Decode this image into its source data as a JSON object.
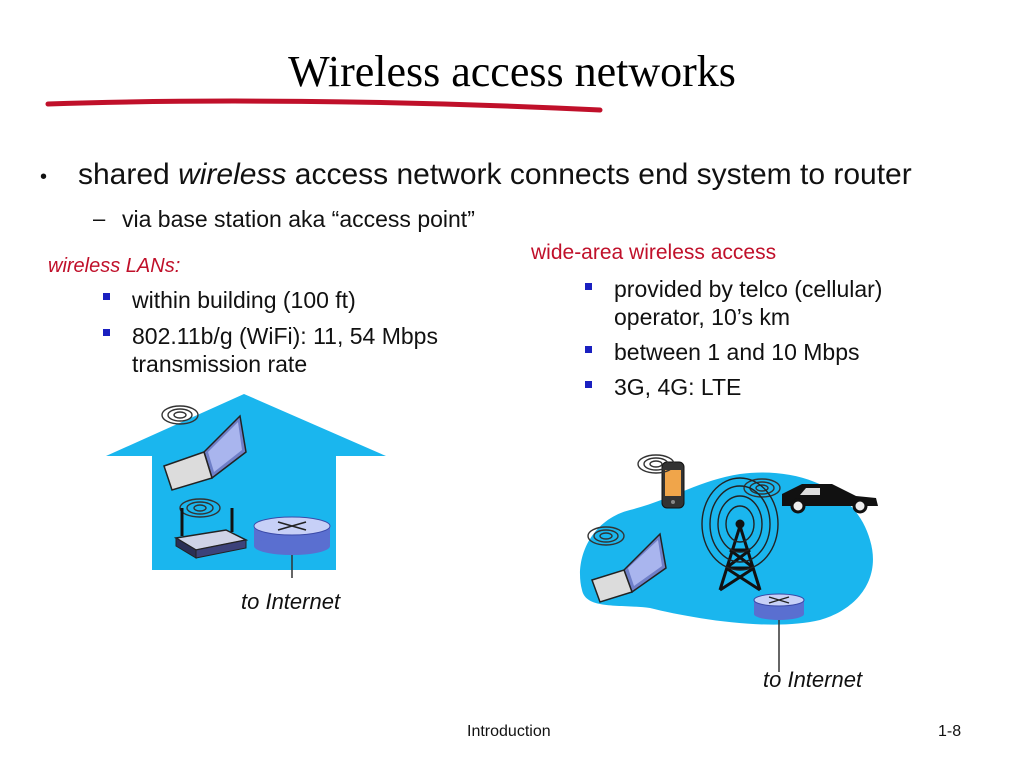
{
  "slide": {
    "title": "Wireless access networks",
    "footer_left": "Introduction",
    "footer_right": "1-8"
  },
  "bullets": {
    "main_prefix": "shared ",
    "main_emphasis": "wireless",
    "main_suffix": " access network connects end system to router",
    "sub": "via base station aka “access point”"
  },
  "wireless_lans": {
    "heading": "wireless LANs:",
    "items": [
      "within building (100 ft)",
      "802.11b/g (WiFi): 11, 54 Mbps",
      "transmission rate"
    ]
  },
  "wide_area": {
    "heading": "wide-area wireless access",
    "items": [
      "provided by telco (cellular)",
      "operator, 10’s km",
      "between 1 and 10 Mbps",
      "3G, 4G:  LTE"
    ]
  },
  "captions": {
    "left": "to Internet",
    "right": "to Internet"
  },
  "colors": {
    "accent_red": "#c0102a",
    "bullet_blue": "#1a20c0",
    "house_blue": "#1ab6ee"
  }
}
